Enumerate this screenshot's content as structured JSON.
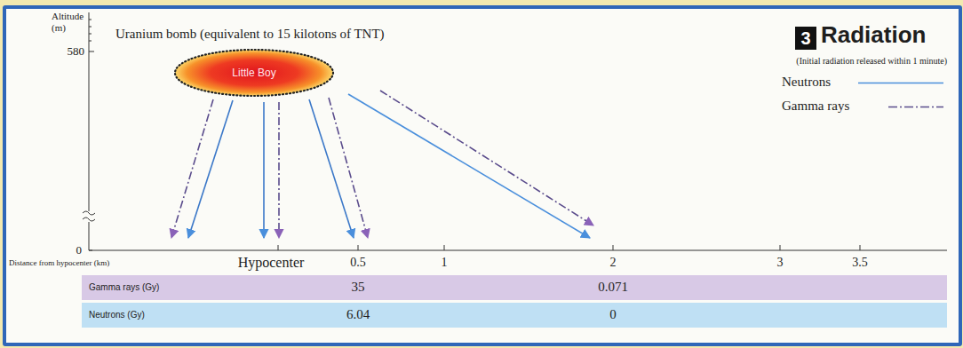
{
  "diagram": {
    "title": "Radiation",
    "nodes": [
      {
        "text": [
          "3"
        ]
      },
      {
        "text": [
          "Little Boy"
        ]
      },
      {
        "text": [
          "Gamma rays (Gy)",
          "35",
          "0.071"
        ]
      },
      {
        "text": [
          "Neutrons (Gy)",
          "6.04",
          "0"
        ]
      }
    ],
    "labels": [
      "Altitude (m)",
      "580",
      "0",
      "Uranium bomb (equivalent to 15 kilotons of TNT)",
      "(Initial radiation released within 1 minute)",
      "Distance from hypocenter (km)",
      "Hypocenter",
      "0.5",
      "1",
      "2",
      "3",
      "3.5"
    ],
    "legend": [
      {
        "text": "Neutrons"
      },
      {
        "text": "Gamma rays"
      }
    ]
  }
}
